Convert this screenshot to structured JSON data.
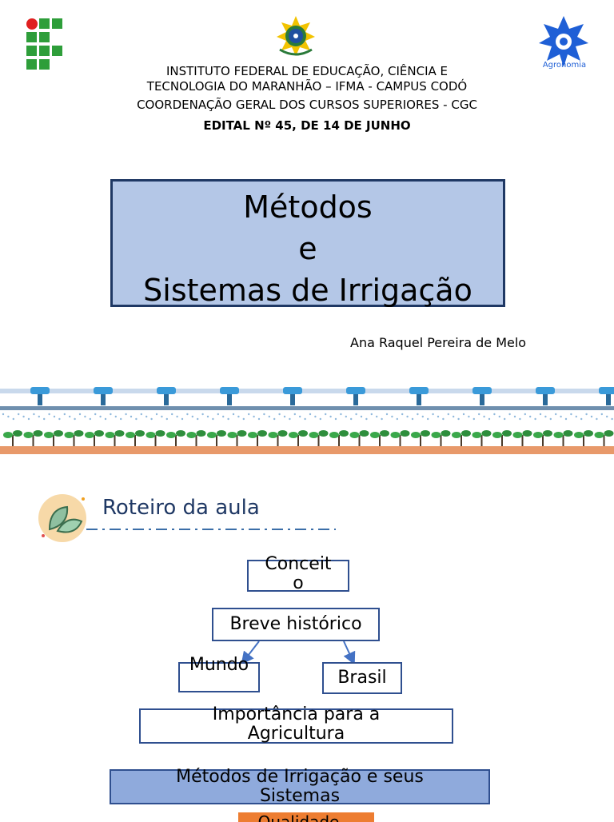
{
  "header": {
    "line1": "INSTITUTO FEDERAL DE EDUCAÇÃO, CIÊNCIA E",
    "line2": "TECNOLOGIA DO MARANHÃO – IFMA - CAMPUS CODÓ",
    "line3": "COORDENAÇÃO GERAL DOS CURSOS SUPERIORES - CGC",
    "edital": "EDITAL Nº 45, DE 14 DE JUNHO",
    "right_logo_text": "Agronomia"
  },
  "title": {
    "line1": "Métodos",
    "line2": "e",
    "line3": "Sistemas de Irrigação"
  },
  "author": "Ana Raquel Pereira de Melo",
  "roteiro": {
    "title": "Roteiro da aula",
    "conceito": "Conceito",
    "breve_historico": "Breve histórico",
    "mundo": "Mundo",
    "brasil": "Brasil",
    "importancia": "Importância para a Agricultura",
    "metodos": "Métodos de Irrigação e seus Sistemas",
    "last_partial": "Qualidade..."
  },
  "colors": {
    "title_box_fill": "#b4c7e7",
    "title_box_border": "#1f3864",
    "node_border": "#2f4f8f",
    "metodos_fill": "#8faadc",
    "accent_orange": "#ed7d31"
  }
}
